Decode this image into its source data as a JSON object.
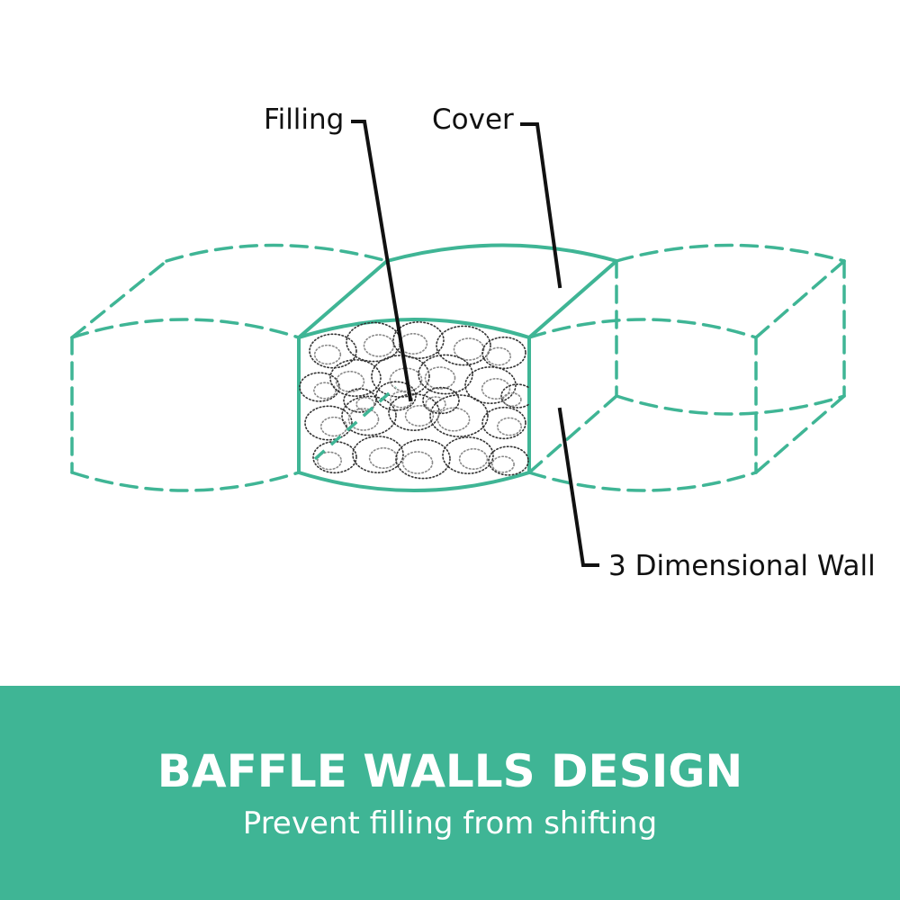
{
  "diagram": {
    "labels": {
      "filling": "Filling",
      "cover": "Cover",
      "wall": "3 Dimensional Wall"
    },
    "colors": {
      "wall_line": "#3fb595",
      "leader_line": "#111111",
      "filling_dots": "#333333"
    }
  },
  "banner": {
    "title": "BAFFLE WALLS DESIGN",
    "subtitle": "Prevent filling from shifting",
    "background": "#3fb595"
  }
}
